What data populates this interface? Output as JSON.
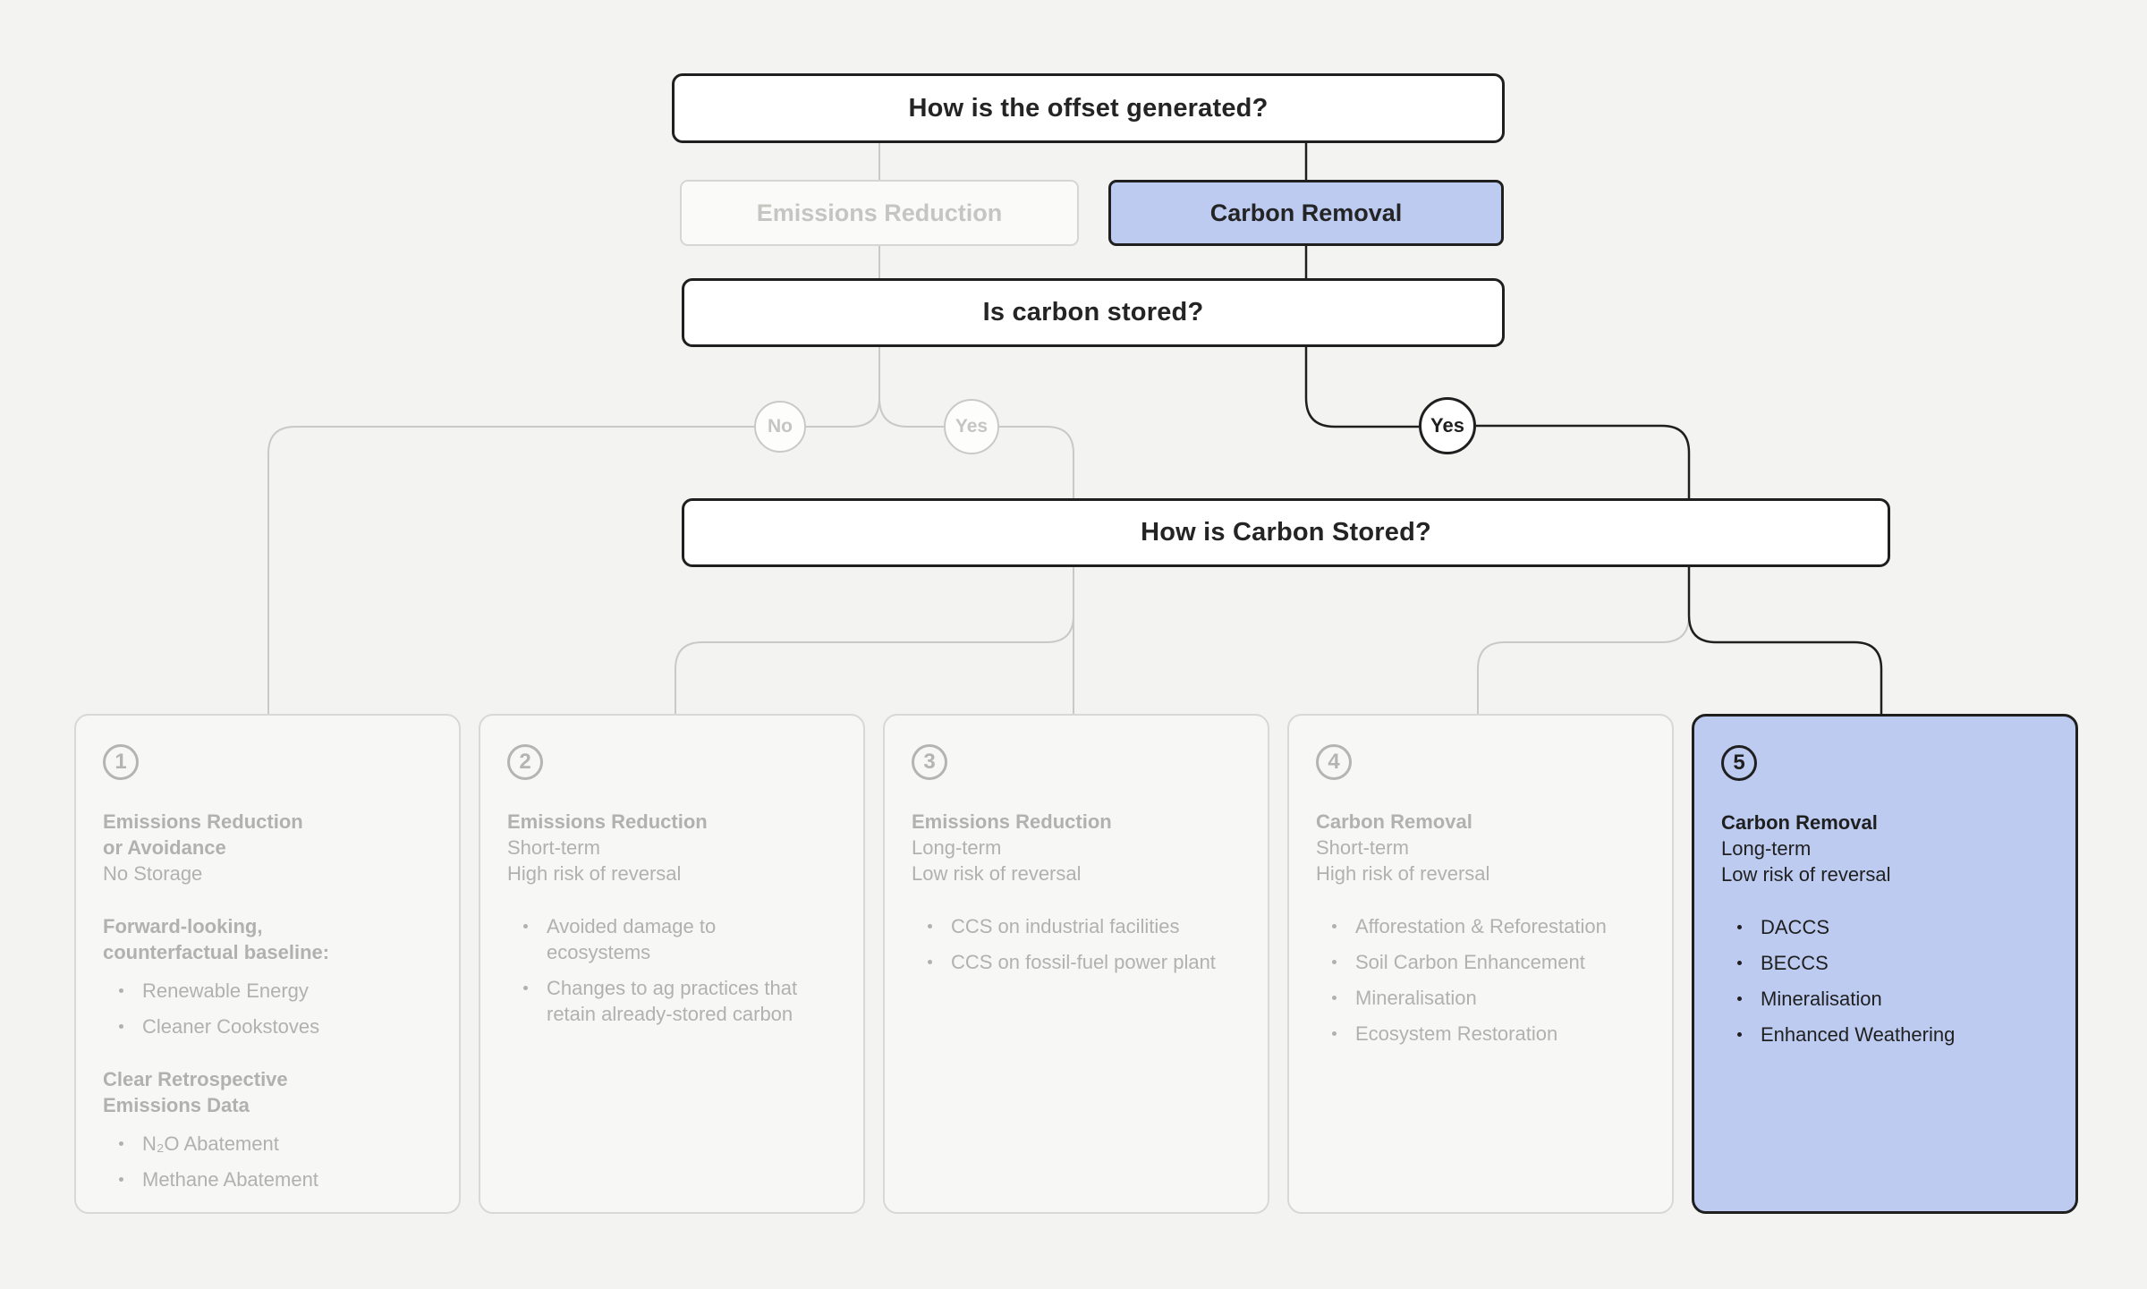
{
  "title": "Carbon offset decision tree",
  "colors": {
    "background": "#f3f3f1",
    "box_white": "#ffffff",
    "ink": "#1f1f1f",
    "highlight_blue": "#bdcbf1",
    "muted_border": "#d8d8d5",
    "muted_line": "#c9c9c6",
    "muted_text": "#b1b1ae",
    "muted_text_light": "#c5c5c2"
  },
  "flow": {
    "q_generated": "How is the offset generated?",
    "branch_emissions_reduction": "Emissions Reduction",
    "branch_carbon_removal": "Carbon Removal",
    "q_stored": "Is carbon stored?",
    "label_no": "No",
    "label_yes_muted": "Yes",
    "label_yes_active": "Yes",
    "q_how_stored": "How is Carbon Stored?"
  },
  "cards": [
    {
      "number": "1",
      "state": "muted",
      "title": [
        {
          "t": "Emissions Reduction",
          "b": true
        },
        {
          "t": "or Avoidance",
          "b": true
        },
        {
          "t": "No Storage",
          "b": false
        }
      ],
      "sections": [
        {
          "heading": [
            "Forward-looking,",
            "counterfactual baseline:"
          ],
          "bullets": [
            "Renewable Energy",
            "Cleaner Cookstoves"
          ]
        },
        {
          "heading": [
            "Clear Retrospective",
            "Emissions Data"
          ],
          "bullets": [
            "N₂O Abatement",
            "Methane Abatement"
          ]
        }
      ]
    },
    {
      "number": "2",
      "state": "muted",
      "title": [
        {
          "t": "Emissions Reduction",
          "b": true
        },
        {
          "t": "Short-term",
          "b": false
        },
        {
          "t": "High risk of reversal",
          "b": false
        }
      ],
      "sections": [
        {
          "heading": [],
          "bullets": [
            "Avoided damage to\necosystems",
            "Changes to ag practices that\nretain already-stored carbon"
          ]
        }
      ]
    },
    {
      "number": "3",
      "state": "muted",
      "title": [
        {
          "t": "Emissions Reduction",
          "b": true
        },
        {
          "t": "Long-term",
          "b": false
        },
        {
          "t": "Low risk of reversal",
          "b": false
        }
      ],
      "sections": [
        {
          "heading": [],
          "bullets": [
            "CCS on industrial facilities",
            "CCS on fossil-fuel power plant"
          ]
        }
      ]
    },
    {
      "number": "4",
      "state": "muted",
      "title": [
        {
          "t": "Carbon Removal",
          "b": true
        },
        {
          "t": "Short-term",
          "b": false
        },
        {
          "t": "High risk of reversal",
          "b": false
        }
      ],
      "sections": [
        {
          "heading": [],
          "bullets": [
            "Afforestation & Reforestation",
            "Soil Carbon Enhancement",
            "Mineralisation",
            "Ecosystem Restoration"
          ]
        }
      ]
    },
    {
      "number": "5",
      "state": "active",
      "title": [
        {
          "t": "Carbon Removal",
          "b": true
        },
        {
          "t": "Long-term",
          "b": false
        },
        {
          "t": "Low risk of reversal",
          "b": false
        }
      ],
      "sections": [
        {
          "heading": [],
          "bullets": [
            "DACCS",
            "BECCS",
            "Mineralisation",
            "Enhanced Weathering"
          ]
        }
      ]
    }
  ]
}
